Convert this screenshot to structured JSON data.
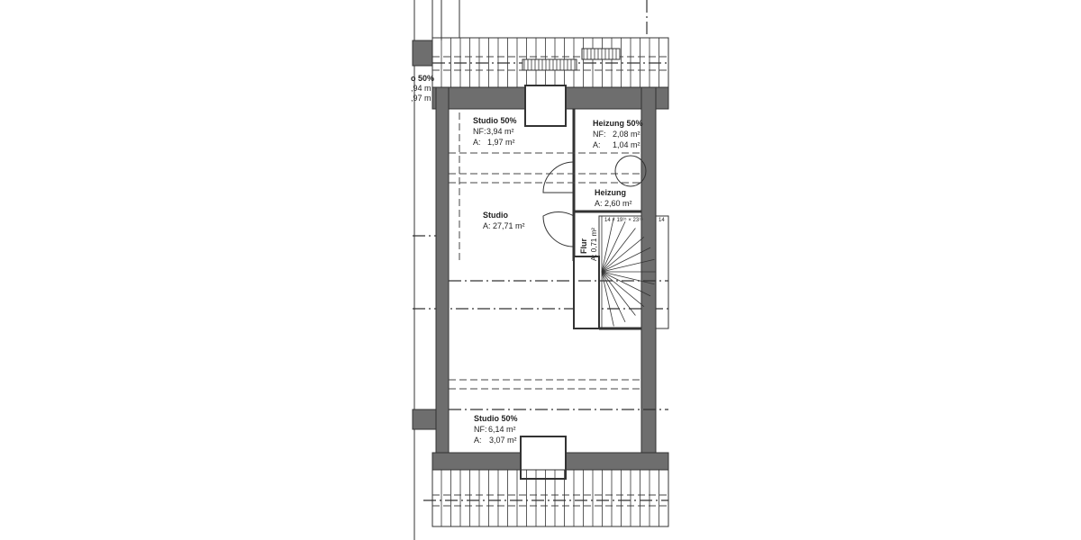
{
  "plan": {
    "left_partial": {
      "title": "o 50%",
      "nf": ",94 m",
      "a": ",97 m"
    },
    "rooms": {
      "studio_top": {
        "title": "Studio 50%",
        "nf_label": "NF:",
        "nf": "3,94 m²",
        "a_label": "A:",
        "a": "1,97 m²"
      },
      "heizung_half": {
        "title": "Heizung 50%",
        "nf_label": "NF:",
        "nf": "2,08 m²",
        "a_label": "A:",
        "a": "1,04 m²"
      },
      "heizung": {
        "title": "Heizung",
        "a": "A: 2,60 m²"
      },
      "studio": {
        "title": "Studio",
        "a": "A: 27,71 m²"
      },
      "flur": {
        "title": "Flur",
        "a": "A: 0,71 m²"
      },
      "studio_bottom": {
        "title": "Studio 50%",
        "nf_label": "NF:",
        "nf": "6,14 m²",
        "a_label": "A:",
        "a": "3,07 m²"
      }
    },
    "stair": {
      "label": "14 × 19¹⁵ × 23¹⁶",
      "label_right": "14"
    },
    "colors": {
      "wall": "#6e6e6e",
      "line": "#333333",
      "background": "#ffffff"
    }
  }
}
